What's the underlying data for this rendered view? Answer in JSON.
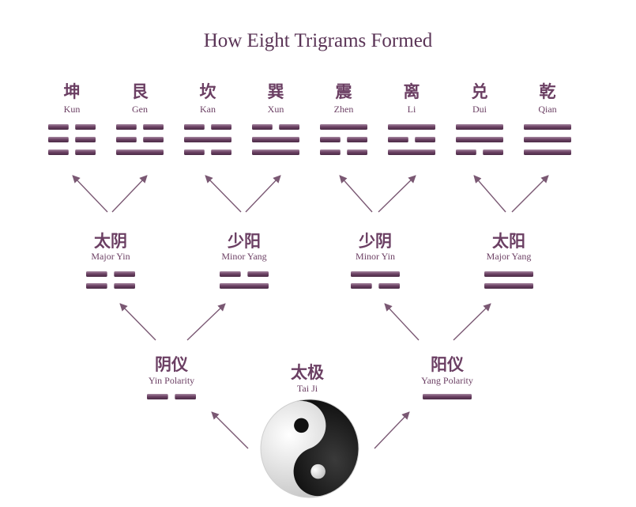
{
  "title": "How Eight Trigrams Formed",
  "colors": {
    "line": "#6e4466",
    "line_light": "#a5839d",
    "text": "#6b3f63",
    "arrow": "#7a5873"
  },
  "trigrams": [
    {
      "zh": "坤",
      "name": "Kun",
      "lines": [
        0,
        0,
        0
      ]
    },
    {
      "zh": "艮",
      "name": "Gen",
      "lines": [
        1,
        0,
        0
      ]
    },
    {
      "zh": "坎",
      "name": "Kan",
      "lines": [
        0,
        1,
        0
      ]
    },
    {
      "zh": "巽",
      "name": "Xun",
      "lines": [
        1,
        1,
        0
      ]
    },
    {
      "zh": "震",
      "name": "Zhen",
      "lines": [
        0,
        0,
        1
      ]
    },
    {
      "zh": "离",
      "name": "Li",
      "lines": [
        1,
        0,
        1
      ]
    },
    {
      "zh": "兑",
      "name": "Dui",
      "lines": [
        0,
        1,
        1
      ]
    },
    {
      "zh": "乾",
      "name": "Qian",
      "lines": [
        1,
        1,
        1
      ]
    }
  ],
  "bigrams": [
    {
      "zh": "太阴",
      "name": "Major Yin",
      "lines": [
        0,
        0
      ]
    },
    {
      "zh": "少阳",
      "name": "Minor Yang",
      "lines": [
        1,
        0
      ]
    },
    {
      "zh": "少阴",
      "name": "Minor Yin",
      "lines": [
        0,
        1
      ]
    },
    {
      "zh": "太阳",
      "name": "Major Yang",
      "lines": [
        1,
        1
      ]
    }
  ],
  "polarities": [
    {
      "zh": "阴仪",
      "name": "Yin Polarity",
      "lines": [
        0
      ]
    },
    {
      "zh": "阳仪",
      "name": "Yang Polarity",
      "lines": [
        1
      ]
    }
  ],
  "taiji": {
    "zh": "太极",
    "name": "Tai Ji",
    "icon": "yin-yang-icon"
  }
}
